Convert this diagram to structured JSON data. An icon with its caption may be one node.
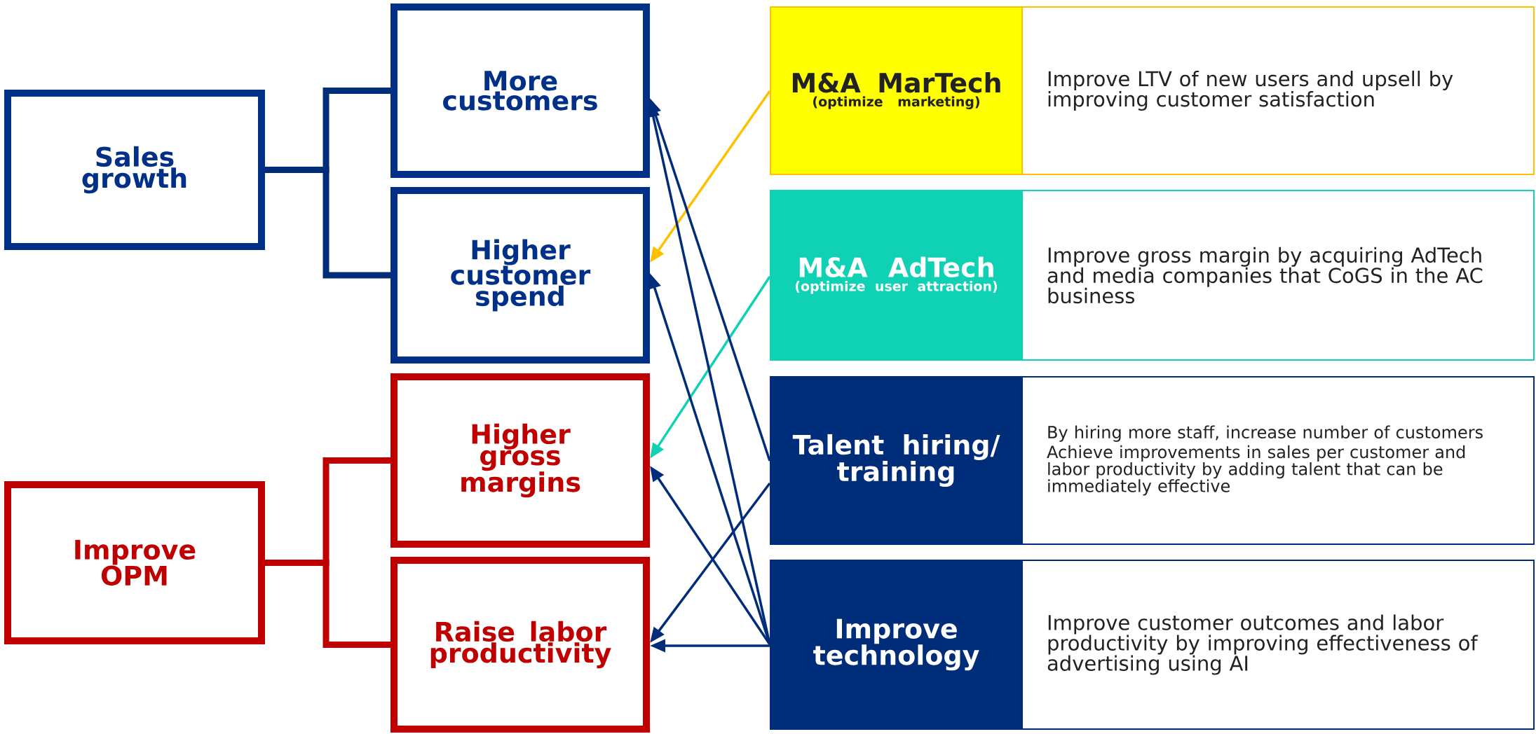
{
  "diagram": {
    "nodes": [
      {
        "text": [
          "Sales growth"
        ]
      },
      {
        "text": [
          "More customers"
        ]
      },
      {
        "text": [
          "Higher customer spend"
        ]
      },
      {
        "text": [
          "Improve OPM"
        ]
      },
      {
        "text": [
          "Higher gross margins"
        ]
      },
      {
        "text": [
          "Raise labor productivity"
        ]
      },
      {
        "text": [
          "M&A MarTech",
          "(optimize marketing)"
        ]
      },
      {
        "text": [
          "Improve LTV of new users and upsell by improving customer satisfaction"
        ]
      },
      {
        "text": [
          "M&A AdTech",
          "(optimize user attraction)"
        ]
      },
      {
        "text": [
          "Improve gross margin by acquiring AdTech and media companies that CoGS in the AC business"
        ]
      },
      {
        "text": [
          "Talent hiring/ training"
        ]
      },
      {
        "text": [
          "By hiring more staff, increase number of customers",
          "Achieve improvements in sales per customer and labor productivity by adding talent that can be immediately effective"
        ]
      },
      {
        "text": [
          "Improve technology"
        ]
      },
      {
        "text": [
          "Improve customer outcomes and labor productivity by improving effectiveness of advertising using AI"
        ]
      }
    ],
    "edges": [
      {
        "from": 0,
        "to": 1,
        "arrow": "none",
        "style": "thick"
      },
      {
        "from": 0,
        "to": 2,
        "arrow": "none",
        "style": "thick"
      },
      {
        "from": 3,
        "to": 4,
        "arrow": "none",
        "style": "thick",
        "color": "#c00000"
      },
      {
        "from": 3,
        "to": 5,
        "arrow": "none",
        "style": "thick",
        "color": "#c00000"
      },
      {
        "from": 6,
        "to": 2,
        "arrow": "to",
        "color": "#ffc000"
      },
      {
        "from": 8,
        "to": 4,
        "arrow": "to",
        "color": "#0fd1b4"
      },
      {
        "from": 10,
        "to": 1,
        "arrow": "to"
      },
      {
        "from": 10,
        "to": 5,
        "arrow": "to"
      },
      {
        "from": 12,
        "to": 1,
        "arrow": "to"
      },
      {
        "from": 12,
        "to": 2,
        "arrow": "to"
      },
      {
        "from": 12,
        "to": 4,
        "arrow": "to"
      },
      {
        "from": 12,
        "to": 5,
        "arrow": "to"
      }
    ]
  }
}
